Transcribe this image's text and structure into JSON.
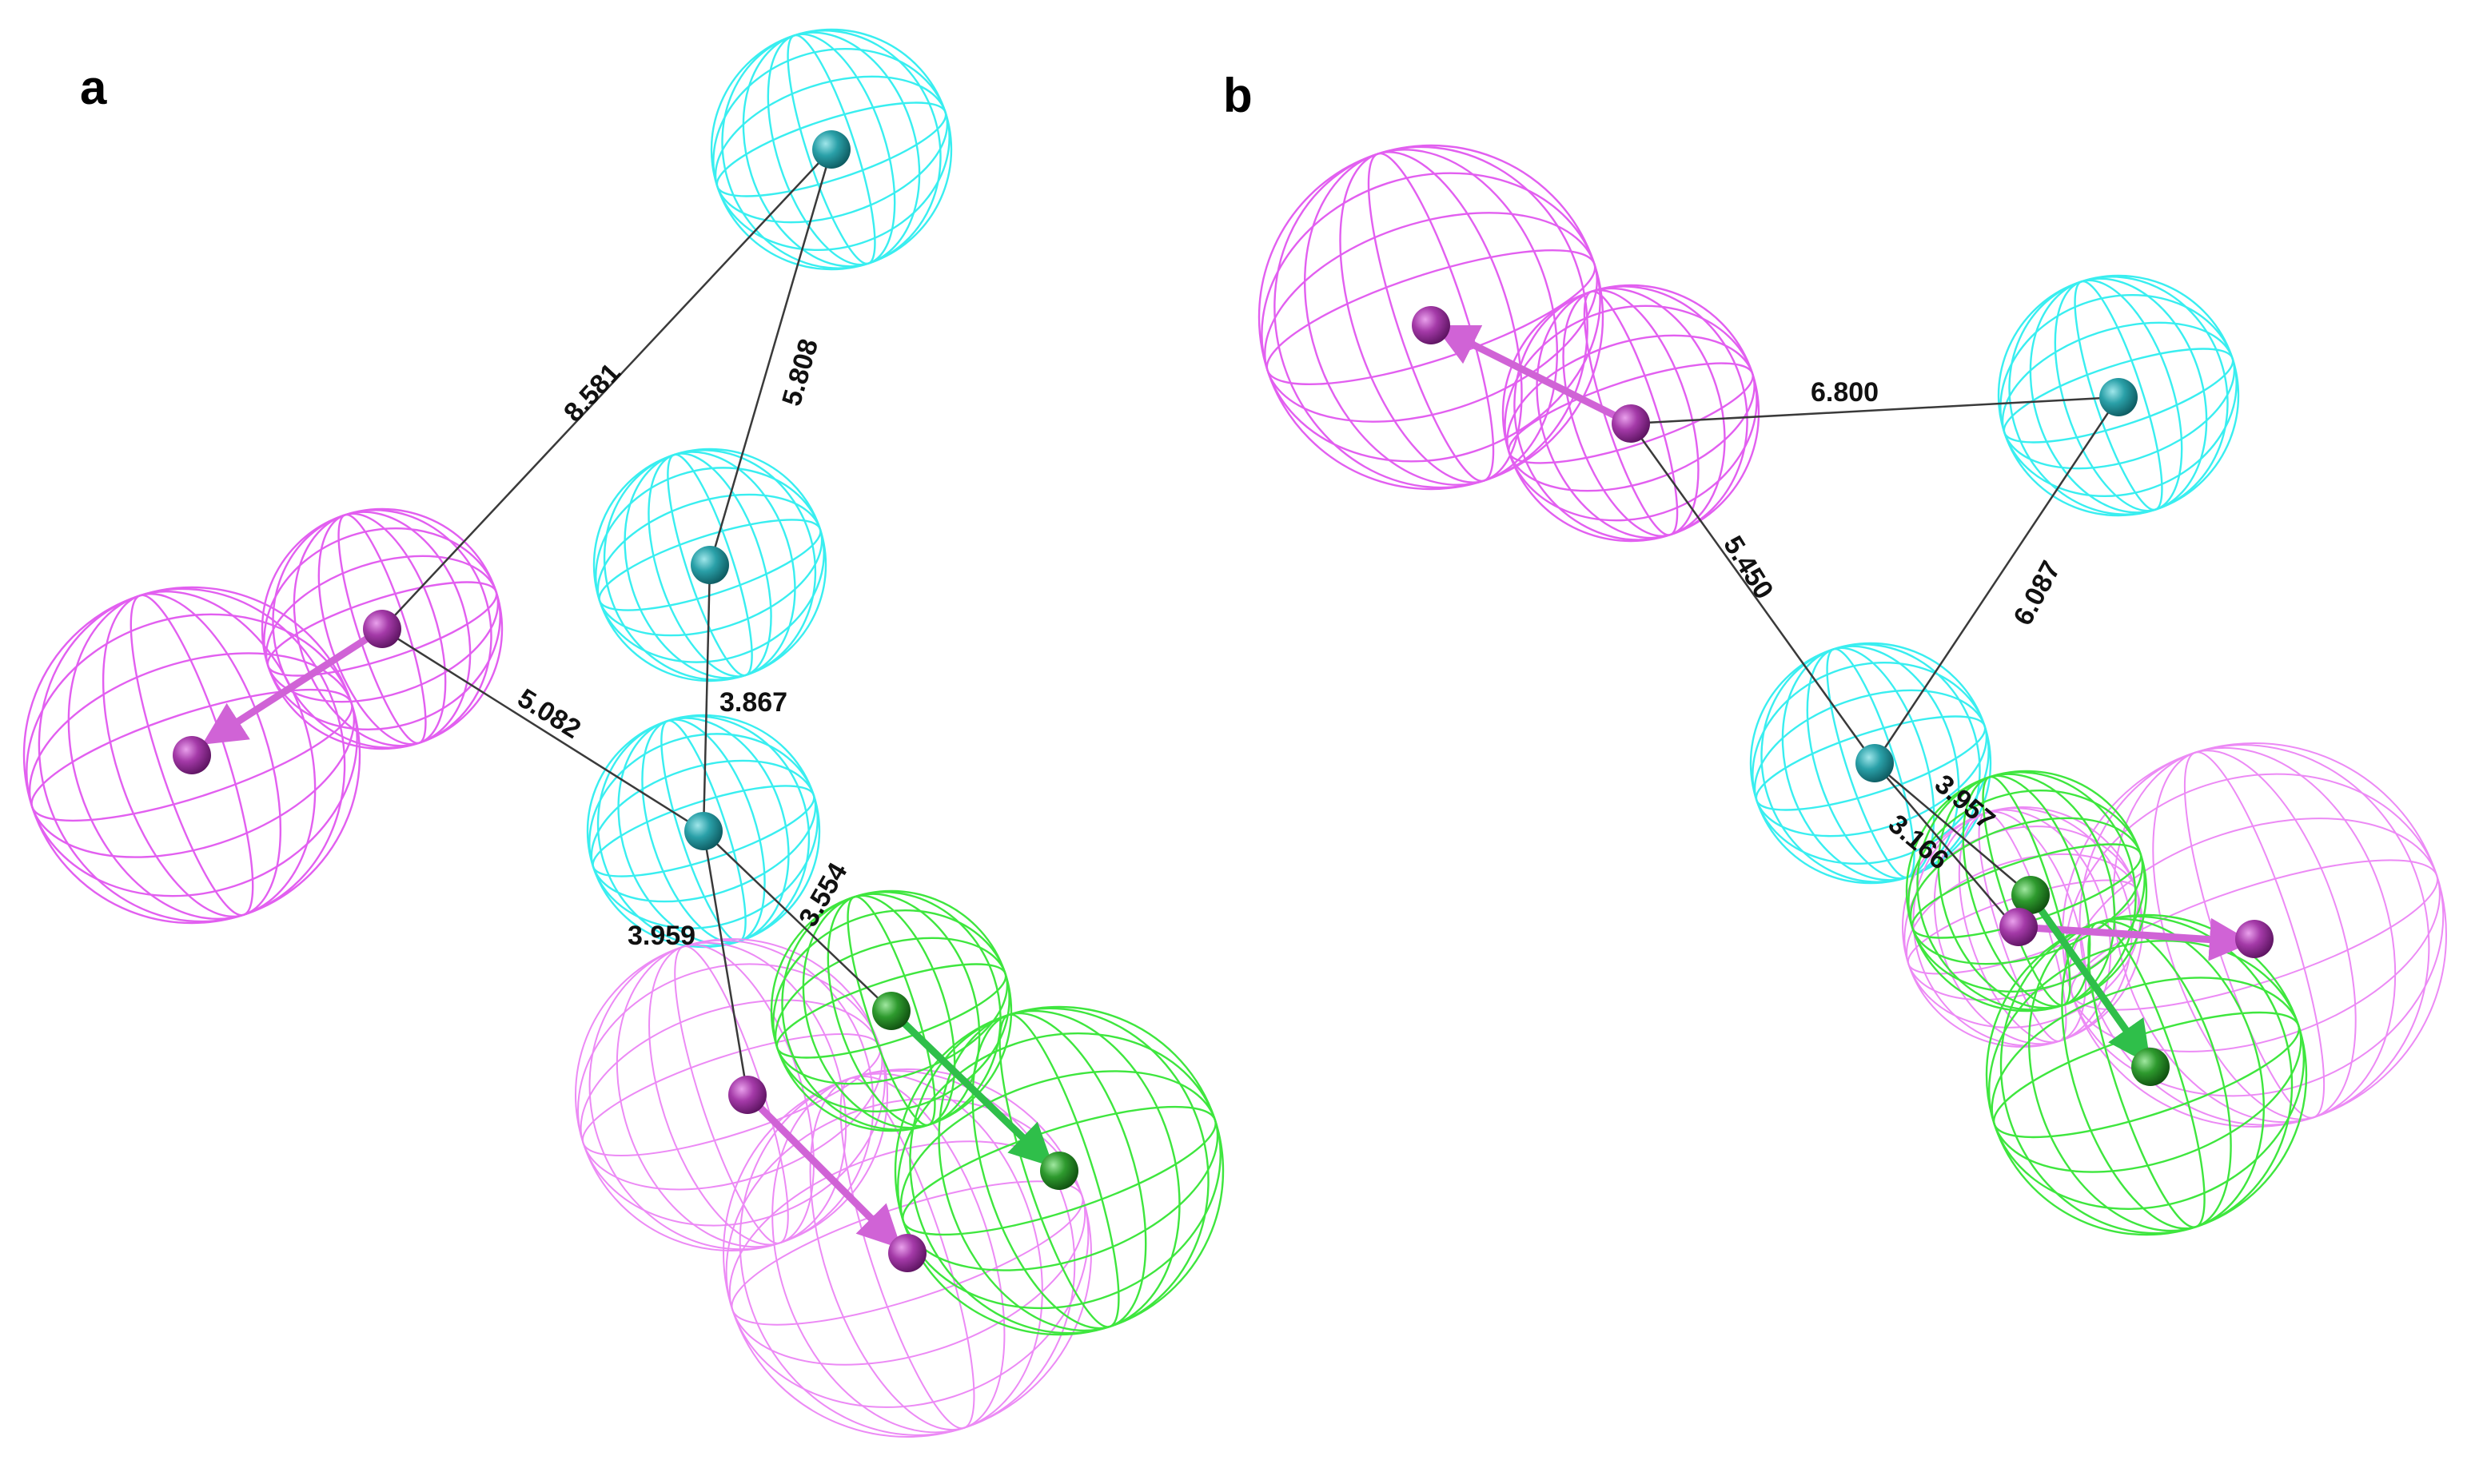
{
  "panels": [
    {
      "label": "a",
      "distances": [
        "8.581",
        "5.808",
        "5.082",
        "3.867",
        "3.554",
        "3.959"
      ]
    },
    {
      "label": "b",
      "distances": [
        "6.800",
        "5.450",
        "6.087",
        "3.957",
        "3.166"
      ]
    }
  ],
  "colors": {
    "hydrophobic_cyan": "#39eef0",
    "hbond_acceptor_magenta": "#e25ff0",
    "hbond_donor_green": "#3ee63e",
    "center_cyan": "#2aa0a8",
    "center_magenta": "#a43aa8",
    "center_green": "#2e9a2e"
  }
}
